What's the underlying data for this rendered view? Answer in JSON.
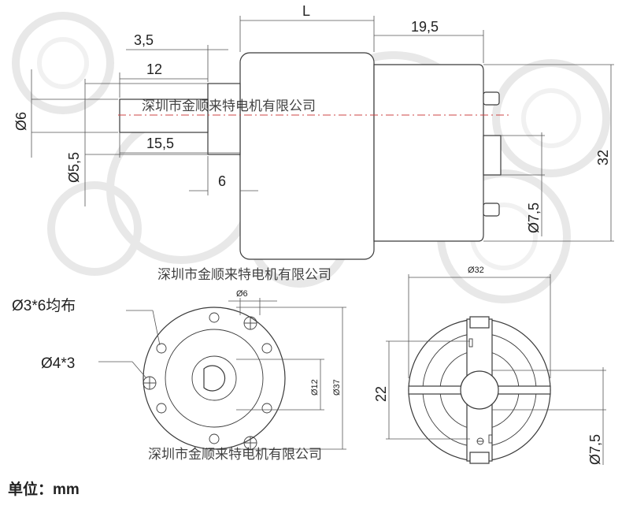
{
  "side_view": {
    "length_label": "L",
    "back_cover_label": "19,5",
    "boss_length_label": "3,5",
    "shaft_length_label": "12",
    "shaft_total_label": "15,5",
    "shaft_diameter_label": "Ø6",
    "boss_diameter_label": "Ø5,5",
    "small_dim_label": "6",
    "body_diameter_label": "32",
    "terminal_label": "Ø7,5"
  },
  "front_view": {
    "holes_label": "Ø3*6均布",
    "screw_label": "Ø4*3",
    "shaft_dia_label": "Ø6",
    "boss_dia_label": "Ø12",
    "flange_dia_label": "Ø37"
  },
  "rear_view": {
    "body_dia_label": "Ø32",
    "height_label": "22",
    "terminal_label": "Ø7,5"
  },
  "units": {
    "label": "单位：mm"
  },
  "watermark": {
    "text": "深圳市金顺来特电机有限公司"
  },
  "colors": {
    "line": "#3a3a3a",
    "centerline": "#cc4444",
    "watermark": "#d6cdcd"
  }
}
